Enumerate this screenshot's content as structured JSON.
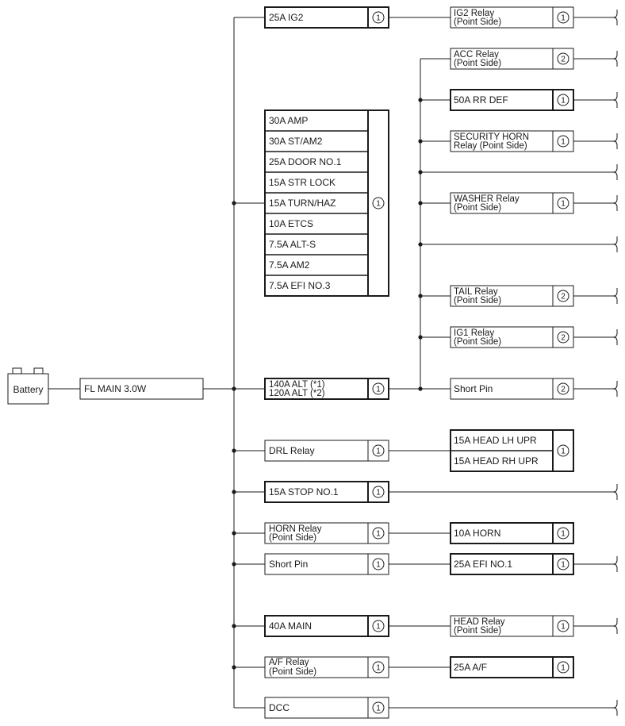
{
  "source": {
    "label": "Battery"
  },
  "main_fuse": {
    "label": "FL MAIN 3.0W"
  },
  "fuse_block": {
    "items": [
      "30A AMP",
      "30A ST/AM2",
      "25A DOOR NO.1",
      "15A STR LOCK",
      "15A TURN/HAZ",
      "10A ETCS",
      "7.5A ALT-S",
      "7.5A AM2",
      "7.5A EFI NO.3"
    ],
    "mark": "1"
  },
  "left_column": [
    {
      "label": [
        "25A IG2"
      ],
      "mark": "1"
    },
    {
      "label": [
        "140A ALT (*1)",
        "120A ALT (*2)"
      ],
      "mark": "1"
    },
    {
      "label": [
        "DRL Relay"
      ],
      "mark": "1"
    },
    {
      "label": [
        "15A STOP NO.1"
      ],
      "mark": "1"
    },
    {
      "label": [
        "HORN Relay",
        "(Point Side)"
      ],
      "mark": "1"
    },
    {
      "label": [
        "Short Pin"
      ],
      "mark": "1"
    },
    {
      "label": [
        "40A MAIN"
      ],
      "mark": "1"
    },
    {
      "label": [
        "A/F Relay",
        "(Point Side)"
      ],
      "mark": "1"
    },
    {
      "label": [
        "DCC"
      ],
      "mark": "1"
    }
  ],
  "right_column": [
    {
      "label": [
        "IG2 Relay",
        "(Point Side)"
      ],
      "mark": "1"
    },
    {
      "label": [
        "ACC Relay",
        "(Point Side)"
      ],
      "mark": "2"
    },
    {
      "label": [
        "50A RR DEF"
      ],
      "mark": "1"
    },
    {
      "label": [
        "SECURITY HORN",
        "Relay (Point Side)"
      ],
      "mark": "1"
    },
    {
      "label": [
        "WASHER Relay",
        "(Point Side)"
      ],
      "mark": "1"
    },
    {
      "label": [
        "TAIL Relay",
        "(Point Side)"
      ],
      "mark": "2"
    },
    {
      "label": [
        "IG1 Relay",
        "(Point Side)"
      ],
      "mark": "2"
    },
    {
      "label": [
        "Short Pin"
      ],
      "mark": "2"
    },
    {
      "label": [
        "10A HORN"
      ],
      "mark": "1"
    },
    {
      "label": [
        "25A EFI NO.1"
      ],
      "mark": "1"
    },
    {
      "label": [
        "HEAD Relay",
        "(Point Side)"
      ],
      "mark": "1"
    },
    {
      "label": [
        "25A A/F"
      ],
      "mark": "1"
    }
  ],
  "head_block": {
    "items": [
      "15A HEAD LH UPR",
      "15A HEAD RH UPR"
    ],
    "mark": "1"
  }
}
